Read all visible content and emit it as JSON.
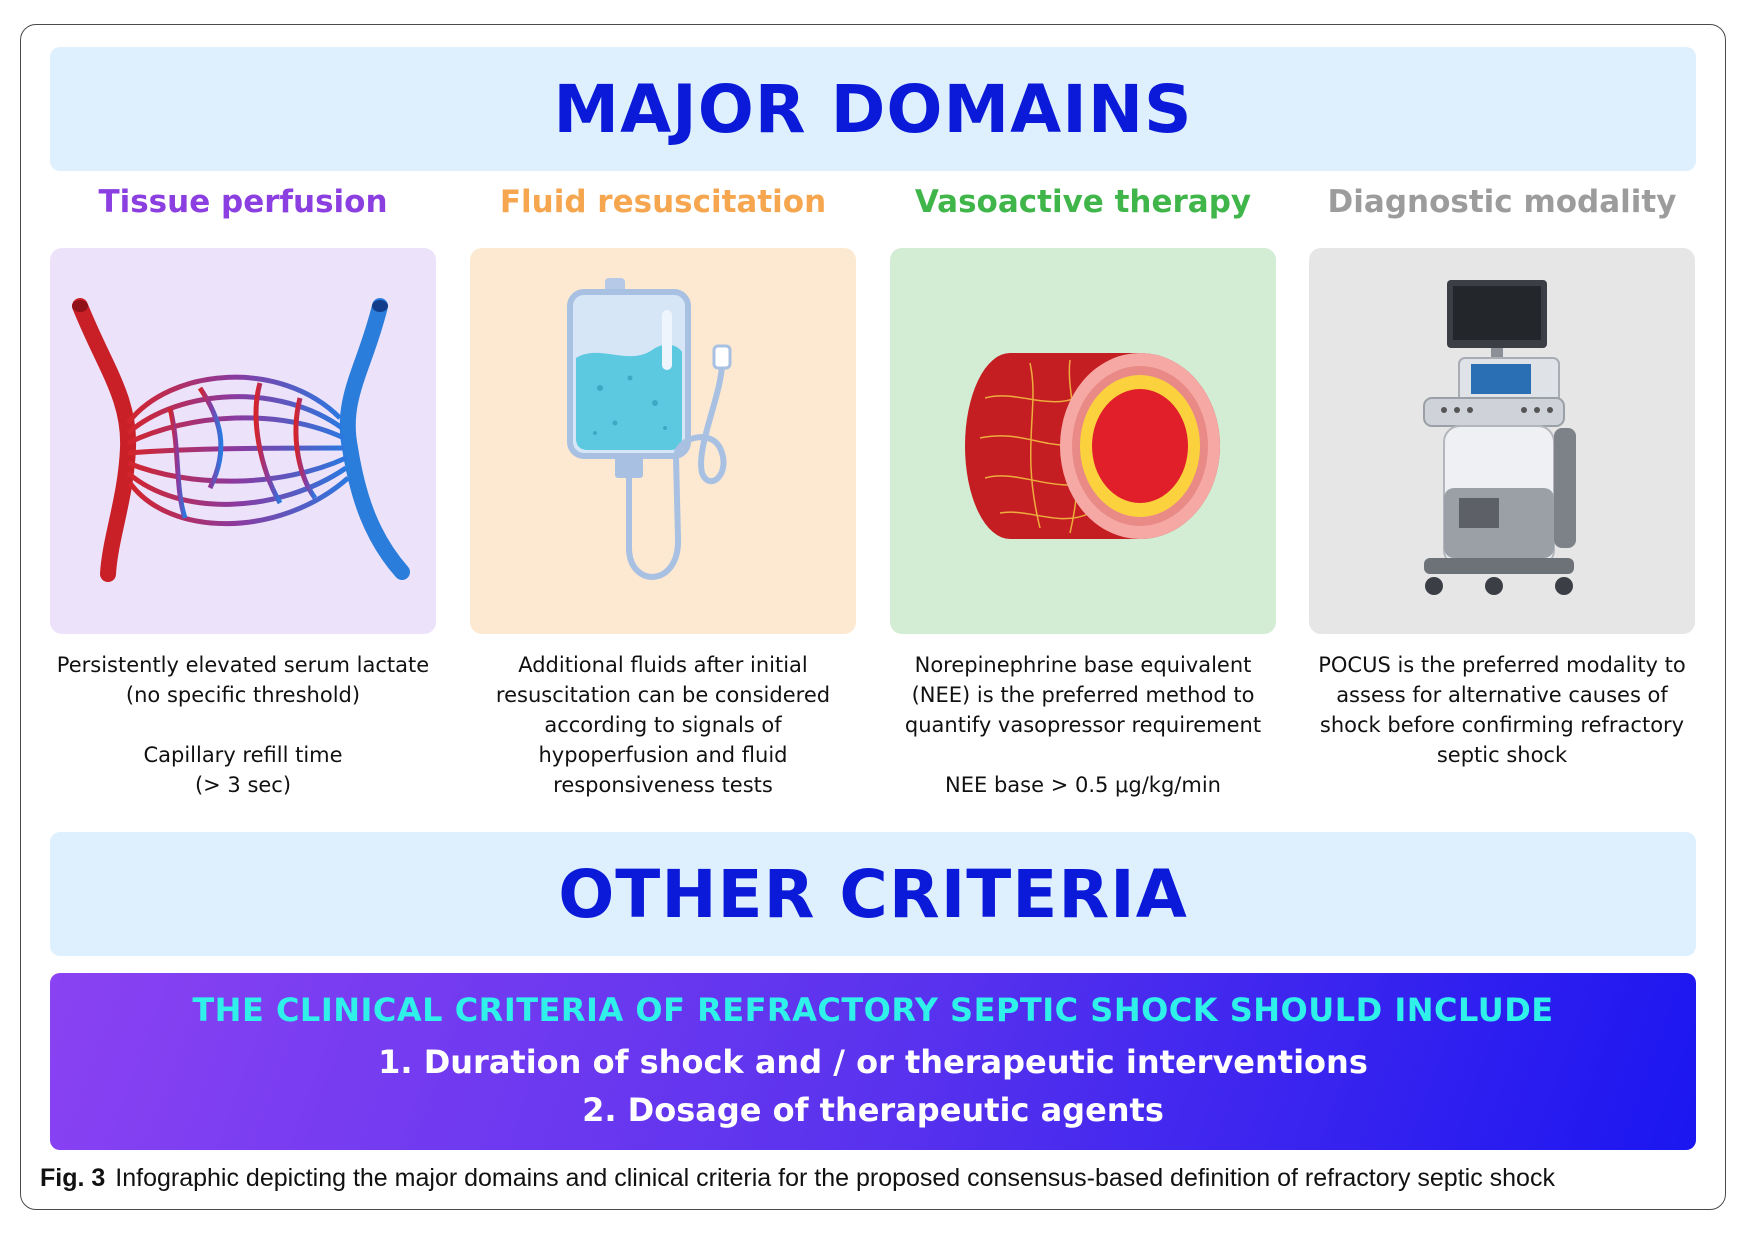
{
  "major_title": "MAJOR DOMAINS",
  "domains": [
    {
      "title": "Tissue perfusion",
      "color": "#8b3fe0",
      "card_bg": "#ece3fb",
      "icon": "blood-vessel-capillary-icon",
      "lines": [
        "Persistently elevated serum lactate",
        "(no specific threshold)",
        "",
        "Capillary refill time",
        "(> 3 sec)"
      ]
    },
    {
      "title": "Fluid resuscitation",
      "color": "#f5a64f",
      "card_bg": "#fde9d2",
      "icon": "iv-fluid-bag-icon",
      "lines": [
        "Additional fluids after initial",
        "resuscitation can be considered",
        "according to signals of",
        "hypoperfusion and fluid",
        "responsiveness tests"
      ]
    },
    {
      "title": "Vasoactive therapy",
      "color": "#3fb54a",
      "card_bg": "#d3ecd4",
      "icon": "blood-vessel-cross-section-icon",
      "lines": [
        "Norepinephrine base equivalent",
        "(NEE) is the preferred method to",
        "quantify vasopressor requirement",
        "",
        "NEE base > 0.5 μg/kg/min"
      ]
    },
    {
      "title": "Diagnostic modality",
      "color": "#9c9c9c",
      "card_bg": "#e6e6e6",
      "icon": "ultrasound-machine-icon",
      "lines": [
        "POCUS is the preferred modality to",
        "assess for alternative causes of",
        "shock before confirming refractory",
        "septic shock"
      ]
    }
  ],
  "other_title": "OTHER CRITERIA",
  "criteria": {
    "heading": "THE CLINICAL CRITERIA OF REFRACTORY SEPTIC SHOCK SHOULD INCLUDE",
    "items": [
      "1. Duration of shock and / or therapeutic interventions",
      "2. Dosage of therapeutic agents"
    ]
  },
  "caption": {
    "label": "Fig. 3",
    "text": "Infographic depicting the major domains and clinical criteria for the proposed consensus-based definition of refractory septic shock"
  }
}
